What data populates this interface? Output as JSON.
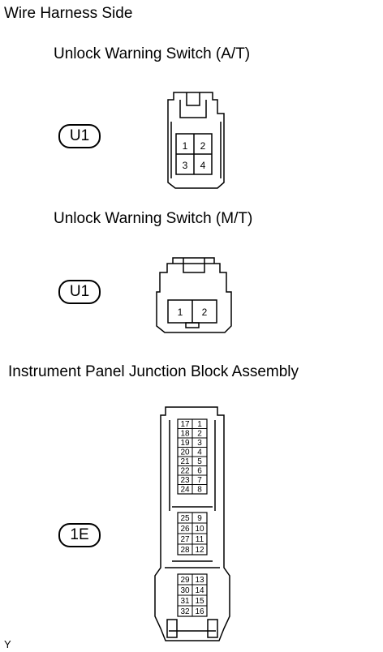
{
  "header": "Wire Harness Side",
  "connectors": [
    {
      "title": "Unlock Warning Switch (A/T)",
      "code": "U1",
      "pins": [
        "1",
        "2",
        "3",
        "4"
      ]
    },
    {
      "title": "Unlock Warning Switch (M/T)",
      "code": "U1",
      "pins": [
        "1",
        "2"
      ]
    },
    {
      "title": "Instrument Panel Junction Block Assembly",
      "code": "1E",
      "pins": [
        "17",
        "1",
        "18",
        "2",
        "19",
        "3",
        "20",
        "4",
        "21",
        "5",
        "22",
        "6",
        "23",
        "7",
        "24",
        "8",
        "25",
        "9",
        "26",
        "10",
        "27",
        "11",
        "28",
        "12",
        "29",
        "13",
        "30",
        "14",
        "31",
        "15",
        "32",
        "16"
      ]
    }
  ],
  "footer": "Y"
}
